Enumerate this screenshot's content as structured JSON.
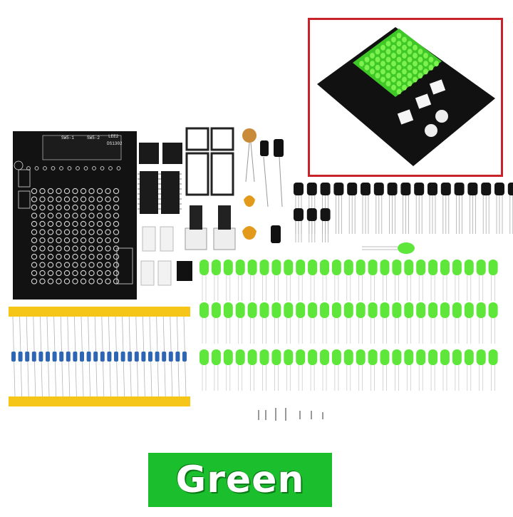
{
  "product": {
    "color_label": "Green",
    "accent_color": "#1bbf2e",
    "inset_border_color": "#c8232b",
    "pcb_color": "#121212",
    "led_color": "#5ee63a"
  },
  "pcb_markings": [
    "LEE2",
    "DS1302",
    "SW5-1",
    "SW5-2"
  ],
  "kit_parts": {
    "led_rows": 3,
    "leds_per_row": 25,
    "transistors_row1": 18,
    "transistors_row2": 3,
    "resistors": 26
  }
}
